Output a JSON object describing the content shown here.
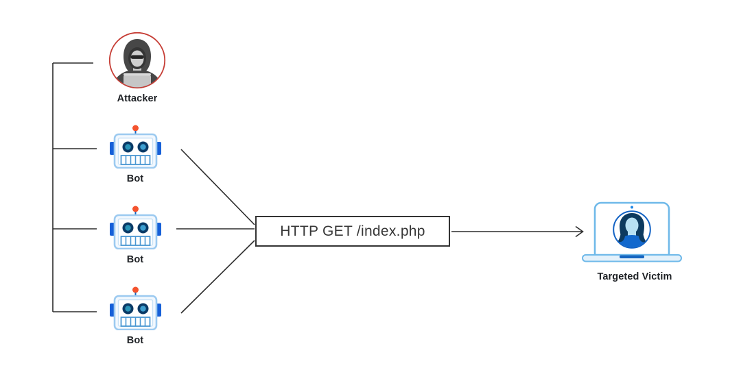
{
  "nodes": {
    "attacker": {
      "label": "Attacker",
      "icon": "hooded-attacker-icon"
    },
    "bots": [
      {
        "label": "Bot",
        "icon": "robot-icon"
      },
      {
        "label": "Bot",
        "icon": "robot-icon"
      },
      {
        "label": "Bot",
        "icon": "robot-icon"
      }
    ],
    "request": {
      "text": "HTTP GET /index.php"
    },
    "victim": {
      "label": "Targeted Victim",
      "icon": "laptop-user-icon"
    }
  },
  "connections": [
    {
      "from": "attacker",
      "to": "bots",
      "style": "bracket"
    },
    {
      "from": "bots",
      "to": "request-box",
      "style": "converging-lines"
    },
    {
      "from": "request-box",
      "to": "victim",
      "style": "arrow"
    }
  ],
  "colors": {
    "line": "#2b2b2b",
    "attacker_ring_red": "#c63d35",
    "attacker_gray": "#474747",
    "bot_head_border": "#9ccaf0",
    "bot_ear_blue": "#1660d8",
    "bot_eye_ring": "#0a3a66",
    "bot_eye_center": "#3498c0",
    "bot_mouth_blue": "#4a97d2",
    "antenna_orange": "#f4532e",
    "victim_laptop_blue": "#6fb9e9",
    "victim_avatar_blue": "#1262c4",
    "victim_hair_navy": "#0d3a5f",
    "victim_face_blue": "#b7e0f3",
    "victim_notch_blue": "#1565c0"
  }
}
